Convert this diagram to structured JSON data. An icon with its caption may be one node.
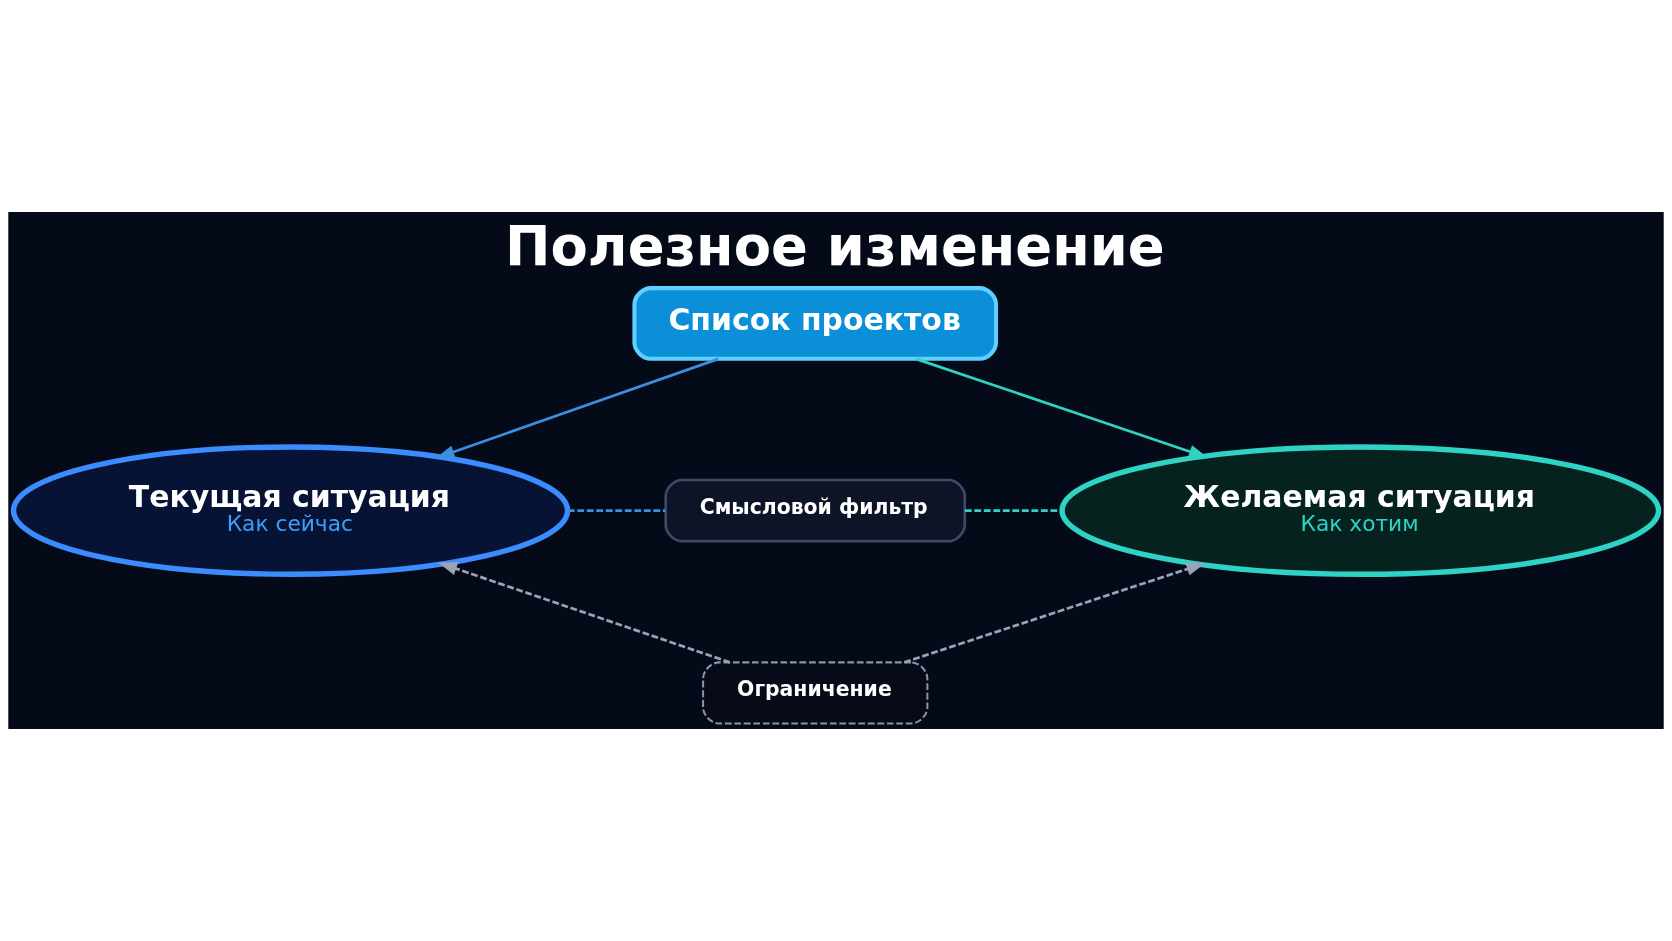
{
  "diagram": {
    "title": "Полезное изменение",
    "nodes": [
      {
        "text": [
          "Список проектов"
        ]
      },
      {
        "text": [
          "Текущая ситуация",
          "Как сейчас"
        ]
      },
      {
        "text": [
          "Смысловой фильтр"
        ]
      },
      {
        "text": [
          "Желаемая ситуация",
          "Как хотим"
        ]
      },
      {
        "text": [
          "Ограничение"
        ]
      }
    ],
    "edges": [
      {
        "from": 0,
        "to": 1,
        "arrow": "to",
        "color": "#3a8fe0"
      },
      {
        "from": 0,
        "to": 3,
        "arrow": "to",
        "color": "#2ed3c6"
      },
      {
        "from": 1,
        "to": 2,
        "arrow": "none",
        "style": "dashed",
        "color": "#3a8fe0"
      },
      {
        "from": 2,
        "to": 3,
        "arrow": "none",
        "style": "dashed",
        "color": "#2ed3c6"
      },
      {
        "from": 4,
        "to": 1,
        "arrow": "to",
        "style": "dashed",
        "color": "#9aa3b5"
      },
      {
        "from": 4,
        "to": 3,
        "arrow": "to",
        "style": "dashed",
        "color": "#9aa3b5"
      }
    ]
  }
}
